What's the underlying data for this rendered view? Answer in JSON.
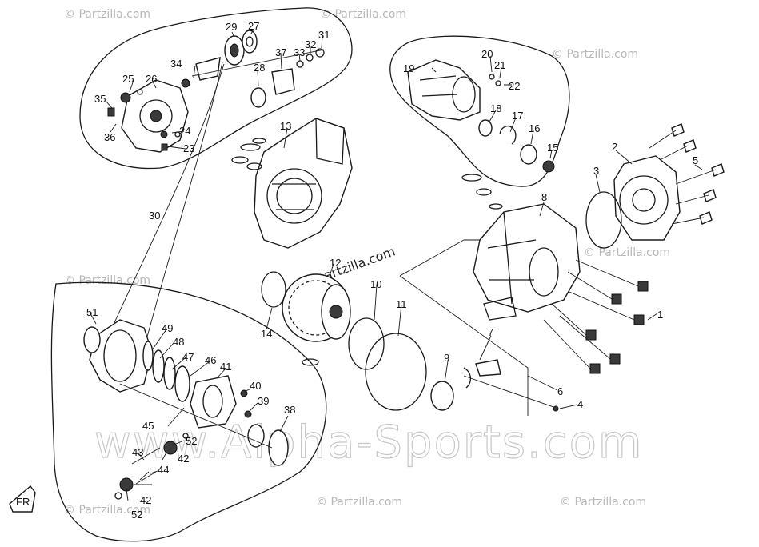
{
  "watermarks": {
    "partzilla": "© Partzilla.com",
    "center": "partzilla.com",
    "big": "www.Alpha-Sports.com"
  },
  "fr_badge": "FR",
  "callouts": [
    "1",
    "2",
    "3",
    "4",
    "5",
    "6",
    "7",
    "8",
    "9",
    "10",
    "11",
    "12",
    "13",
    "14",
    "15",
    "16",
    "17",
    "18",
    "19",
    "20",
    "21",
    "22",
    "23",
    "24",
    "25",
    "26",
    "27",
    "28",
    "29",
    "30",
    "31",
    "32",
    "33",
    "34",
    "35",
    "36",
    "37",
    "38",
    "39",
    "40",
    "41",
    "42",
    "43",
    "44",
    "45",
    "46",
    "47",
    "48",
    "49",
    "51",
    "52"
  ]
}
